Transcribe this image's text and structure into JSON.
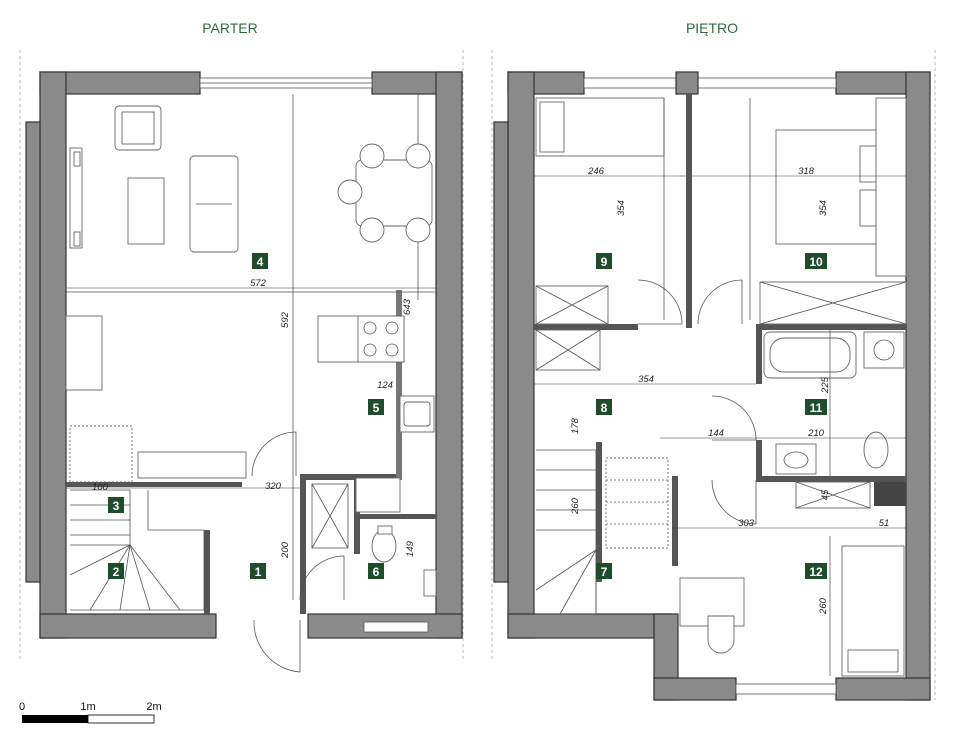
{
  "floors": [
    {
      "id": "parter",
      "title": "PARTER"
    },
    {
      "id": "pietro",
      "title": "PIĘTRO"
    }
  ],
  "rooms": [
    {
      "id": "r1",
      "number": "1"
    },
    {
      "id": "r2",
      "number": "2"
    },
    {
      "id": "r3",
      "number": "3"
    },
    {
      "id": "r4",
      "number": "4"
    },
    {
      "id": "r5",
      "number": "5"
    },
    {
      "id": "r6",
      "number": "6"
    },
    {
      "id": "r7",
      "number": "7"
    },
    {
      "id": "r8",
      "number": "8"
    },
    {
      "id": "r9",
      "number": "9"
    },
    {
      "id": "r10",
      "number": "10"
    },
    {
      "id": "r11",
      "number": "11"
    },
    {
      "id": "r12",
      "number": "12"
    }
  ],
  "dimensions": [
    {
      "id": "d572",
      "text": "572"
    },
    {
      "id": "d592",
      "text": "592"
    },
    {
      "id": "d643",
      "text": "643"
    },
    {
      "id": "d124",
      "text": "124"
    },
    {
      "id": "d320",
      "text": "320"
    },
    {
      "id": "d100",
      "text": "100"
    },
    {
      "id": "d200",
      "text": "200"
    },
    {
      "id": "d149",
      "text": "149"
    },
    {
      "id": "d246",
      "text": "246"
    },
    {
      "id": "d354a",
      "text": "354"
    },
    {
      "id": "d318",
      "text": "318"
    },
    {
      "id": "d354b",
      "text": "354"
    },
    {
      "id": "d354c",
      "text": "354"
    },
    {
      "id": "d225",
      "text": "225"
    },
    {
      "id": "d178",
      "text": "178"
    },
    {
      "id": "d144",
      "text": "144"
    },
    {
      "id": "d210",
      "text": "210"
    },
    {
      "id": "d260a",
      "text": "260"
    },
    {
      "id": "d45",
      "text": "45"
    },
    {
      "id": "d303",
      "text": "303"
    },
    {
      "id": "d51",
      "text": "51"
    },
    {
      "id": "d260b",
      "text": "260"
    }
  ],
  "scale_bar": {
    "labels": [
      "0",
      "1m",
      "2m"
    ]
  },
  "colors": {
    "wall": "#8a8a8a",
    "badge": "#1f4d2b",
    "title": "#2f6b3c"
  }
}
